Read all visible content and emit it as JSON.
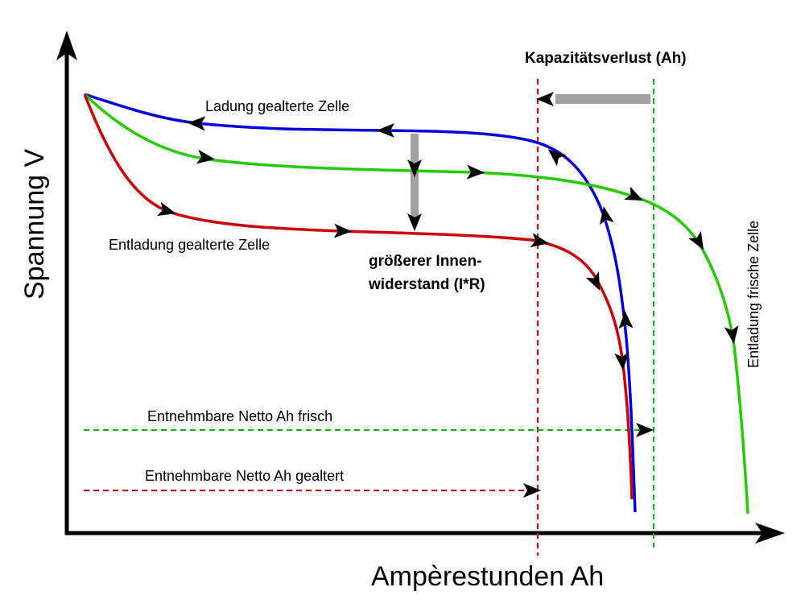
{
  "axes": {
    "x_label": "Ampèrestunden Ah",
    "y_label": "Spannung V"
  },
  "labels": {
    "capacity_loss": "Kapazitätsverlust (Ah)",
    "charge_aged": "Ladung gealterte Zelle",
    "discharge_aged": "Entladung gealterte Zelle",
    "discharge_fresh": "Entladung frische Zelle",
    "internal_resistance_line1": "größerer Innen-",
    "internal_resistance_line2": "widerstand (I*R)",
    "net_ah_fresh": "Entnehmbare Netto Ah frisch",
    "net_ah_aged": "Entnehmbare Netto Ah gealtert"
  },
  "colors": {
    "charge_aged": "#0000cc",
    "discharge_fresh": "#00bb00",
    "discharge_aged": "#cc0000",
    "gray_arrow": "#a0a0a0"
  }
}
